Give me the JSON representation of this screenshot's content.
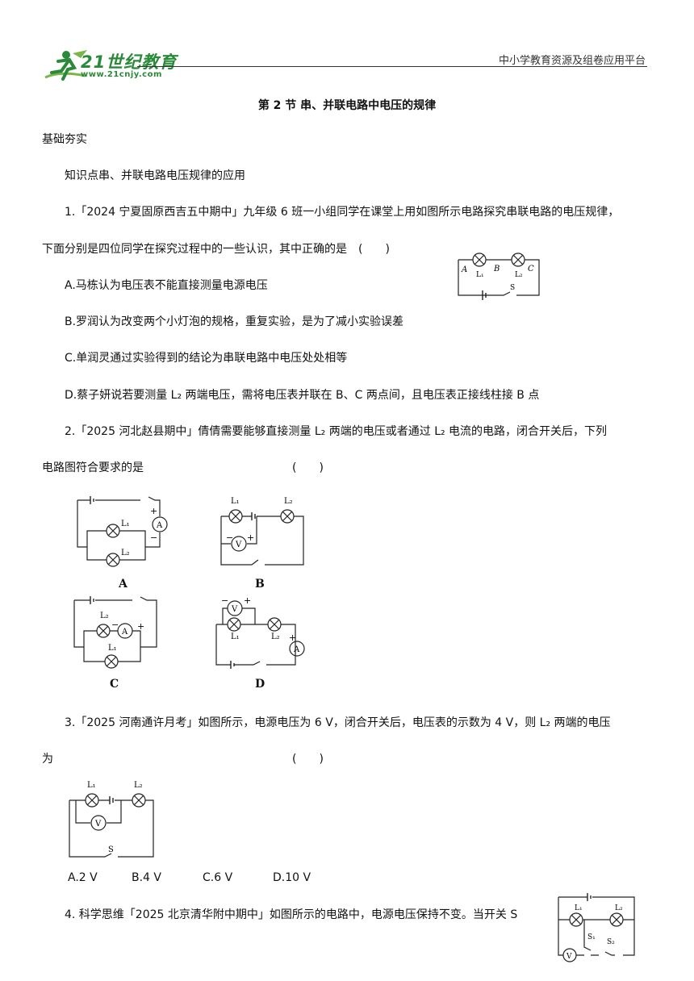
{
  "header": {
    "logo_text": "21世纪教育",
    "logo_url": "www.21cnjy.com",
    "platform": "中小学教育资源及组卷应用平台"
  },
  "title": "第 2 节  串、并联电路中电压的规律",
  "section": "基础夯实",
  "knowledge": "知识点串、并联电路电压规律的应用",
  "q1": {
    "stem1": "1.「2024 宁夏固原西吉五中期中」九年级 6 班一小组同学在课堂上用如图所示电路探究串联电路的电压规律，",
    "stem2": "下面分别是四位同学在探究过程中的一些认识，其中正确的是　(　　)",
    "options": [
      "A.马栋认为电压表不能直接测量电源电压",
      "B.罗润认为改变两个小灯泡的规格，重复实验，是为了减小实验误差",
      "C.单润灵通过实验得到的结论为串联电路中电压处处相等",
      "D.蔡子妍说若要测量 L₂ 两端电压，需将电压表并联在 B、C 两点间，且电压表正接线柱接 B 点"
    ],
    "fig": {
      "a": "A",
      "b": "B",
      "c": "C",
      "l1": "L₁",
      "l2": "L₂",
      "s": "S"
    }
  },
  "q2": {
    "stem1": "2.「2025 河北赵县期中」倩倩需要能够直接测量 L₂ 两端的电压或者通过 L₂ 电流的电路，闭合开关后，下列",
    "stem2": "电路图符合要求的是",
    "paren": "(　　)",
    "figs": [
      "A",
      "B",
      "C",
      "D"
    ],
    "l1": "L₁",
    "l2": "L₂",
    "ammeter": "A",
    "voltmeter": "V",
    "plus": "+",
    "minus": "−"
  },
  "q3": {
    "stem1": "3.「2025 河南通许月考」如图所示，电源电压为 6  V，闭合开关后，电压表的示数为 4  V，则 L₂ 两端的电压",
    "stem2": "为",
    "paren": "(　　)",
    "options": [
      "A.2  V",
      "B.4  V",
      "C.6  V",
      "D.10  V"
    ],
    "fig": {
      "l1": "L₁",
      "l2": "L₂",
      "v": "V",
      "s": "S"
    }
  },
  "q4": {
    "stem": "4.   科学思维「2025  北京清华附中期中」如图所示的电路中，电源电压保持不变。当开关 S",
    "fig": {
      "l1": "L₁",
      "l2": "L₂",
      "s1": "S₁",
      "s2": "S₂",
      "v": "V"
    }
  }
}
